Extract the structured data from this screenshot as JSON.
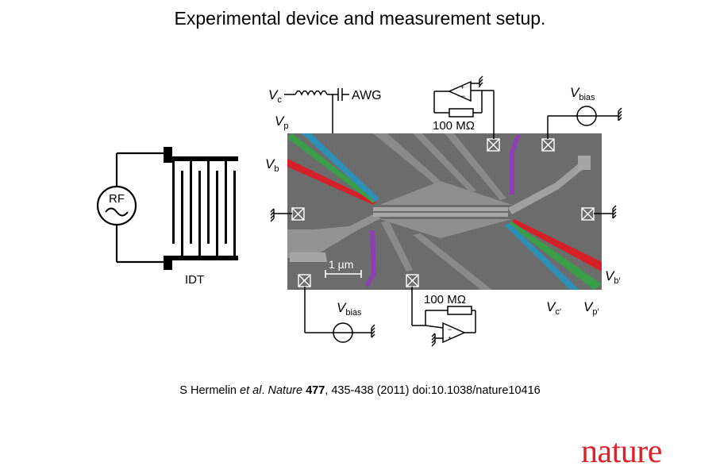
{
  "title": "Experimental device and measurement setup.",
  "citation": {
    "author": "S Hermelin ",
    "etal": "et al",
    "dot": ". ",
    "journal": "Nature",
    "volume": " 477",
    "rest": ", 435-438 (2011) doi:10.1038/nature10416"
  },
  "logo": "nature",
  "diagram": {
    "rf_label": "RF",
    "idt_label": "IDT",
    "awg_label": "AWG",
    "resistor_top": "100 MΩ",
    "resistor_bottom": "100 MΩ",
    "scale_bar": "1 µm",
    "labels": {
      "vc_main": "V",
      "vc_sub": "c",
      "vp_main": "V",
      "vp_sub": "p",
      "vb_main": "V",
      "vb_sub": "b",
      "vbias_top_main": "V",
      "vbias_top_sub": "bias",
      "vbias_bot_main": "V",
      "vbias_bot_sub": "bias",
      "vbp_main": "V",
      "vbp_sub": "b′",
      "vcp_main": "V",
      "vcp_sub": "c′",
      "vpp_main": "V",
      "vpp_sub": "p′"
    },
    "colors": {
      "substrate": "#6c6c6c",
      "gate": "#9a9a9a",
      "red": "#d61f26",
      "green": "#3a9d47",
      "blue": "#2e8fb6",
      "purple": "#8b3fb3"
    }
  }
}
